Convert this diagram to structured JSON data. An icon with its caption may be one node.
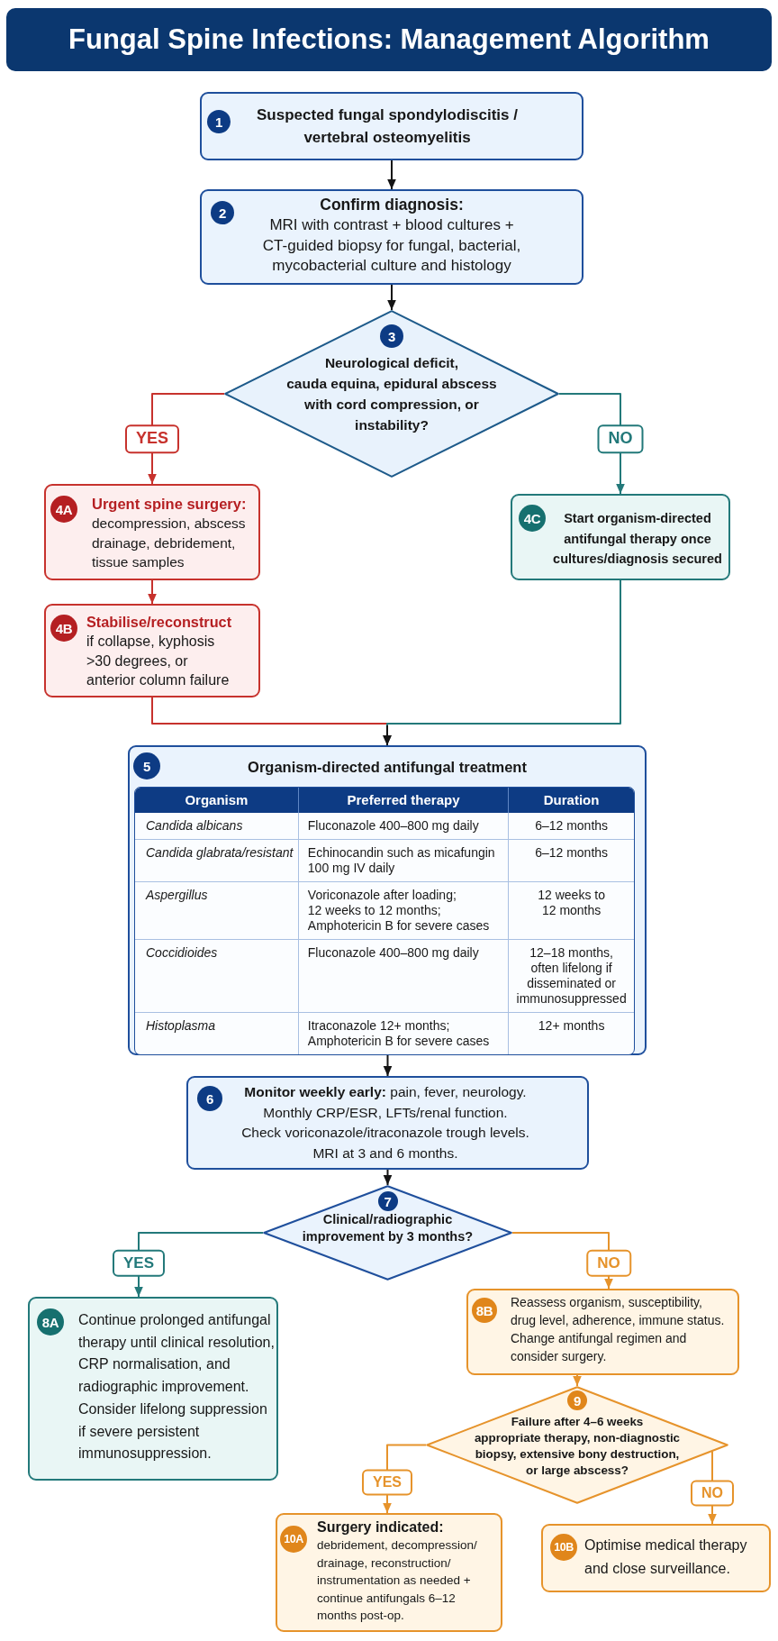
{
  "diagram": {
    "title": "Fungal Spine Infections: Management Algorithm",
    "nodes": [
      {
        "text": [
          "1",
          "Suspected fungal spondylodiscitis / vertebral osteomyelitis"
        ]
      },
      {
        "text": [
          "2",
          "Confirm diagnosis:",
          "MRI with contrast + blood cultures + CT-guided biopsy for fungal, bacterial, mycobacterial culture and histology"
        ]
      },
      {
        "text": [
          "3",
          "Neurological deficit, cauda equina, epidural abscess with cord compression, or instability?"
        ]
      },
      {
        "text": [
          "4A",
          "Urgent spine surgery:",
          "decompression, abscess drainage, debridement, tissue samples"
        ]
      },
      {
        "text": [
          "4B",
          "Stabilise/reconstruct",
          "if collapse, kyphosis >30 degrees, or anterior column failure"
        ]
      },
      {
        "text": [
          "4C",
          "Start organism-directed antifungal therapy once cultures/diagnosis secured"
        ]
      },
      {
        "text": [
          "5",
          "Organism-directed antifungal treatment"
        ]
      },
      {
        "text": [
          "6",
          "**Monitor weekly early:** pain, fever, neurology.",
          "Monthly CRP/ESR, LFTs/renal function.",
          "Check voriconazole/itraconazole trough levels.",
          "MRI at 3 and 6 months."
        ]
      },
      {
        "text": [
          "7",
          "Clinical/radiographic improvement by 3 months?"
        ]
      },
      {
        "text": [
          "8A",
          "Continue prolonged antifungal therapy until clinical resolution, CRP normalisation, and radiographic improvement. Consider lifelong suppression if severe persistent immunosuppression."
        ]
      },
      {
        "text": [
          "8B",
          "Reassess organism, susceptibility, drug level, adherence, immune status. Change antifungal regimen and consider surgery."
        ]
      },
      {
        "text": [
          "9",
          "Failure after 4–6 weeks appropriate therapy, non-diagnostic biopsy, extensive bony destruction, or large abscess?"
        ]
      },
      {
        "text": [
          "10A",
          "Surgery indicated:",
          "debridement, decompression/ drainage, reconstruction/ instrumentation as needed + continue antifungals 6–12 months post-op."
        ]
      },
      {
        "text": [
          "10B",
          "Optimise medical therapy and close surveillance."
        ]
      }
    ],
    "edges": [
      {
        "from": 0,
        "to": 1,
        "arrow": "to"
      },
      {
        "from": 1,
        "to": 2,
        "arrow": "to"
      },
      {
        "from": 2,
        "to": 3,
        "arrow": "to",
        "label": "YES",
        "color": "#c7322d"
      },
      {
        "from": 2,
        "to": 5,
        "arrow": "to",
        "label": "NO",
        "color": "#23797a"
      },
      {
        "from": 3,
        "to": 4,
        "arrow": "to",
        "color": "#c7322d"
      },
      {
        "from": 4,
        "to": 6,
        "arrow": "to",
        "color": "#c7322d"
      },
      {
        "from": 5,
        "to": 6,
        "arrow": "to",
        "color": "#23797a"
      },
      {
        "from": 6,
        "to": 7,
        "arrow": "to"
      },
      {
        "from": 7,
        "to": 8,
        "arrow": "to"
      },
      {
        "from": 8,
        "to": 9,
        "arrow": "to",
        "label": "YES",
        "color": "#23797a"
      },
      {
        "from": 8,
        "to": 10,
        "arrow": "to",
        "label": "NO",
        "color": "#e6932b"
      },
      {
        "from": 10,
        "to": 11,
        "arrow": "to",
        "color": "#e6932b"
      },
      {
        "from": 11,
        "to": 12,
        "arrow": "to",
        "label": "YES",
        "color": "#e6932b"
      },
      {
        "from": 11,
        "to": 13,
        "arrow": "to",
        "label": "NO",
        "color": "#e6932b"
      }
    ],
    "labels": [
      "Organism",
      "Preferred therapy",
      "Duration",
      "Candida albicans",
      "Fluconazole 400–800 mg daily",
      "6–12 months",
      "Candida glabrata/resistant",
      "Echinocandin such as micafungin 100 mg IV daily",
      "6–12 months",
      "Aspergillus",
      "Voriconazole after loading; 12 weeks to 12 months; Amphotericin B for severe cases",
      "12 weeks to 12 months",
      "Coccidioides",
      "Fluconazole 400–800 mg daily",
      "12–18 months, often lifelong if disseminated or immunosuppressed",
      "Histoplasma",
      "Itraconazole 12+ months; Amphotericin B for severe cases",
      "12+ months"
    ]
  }
}
